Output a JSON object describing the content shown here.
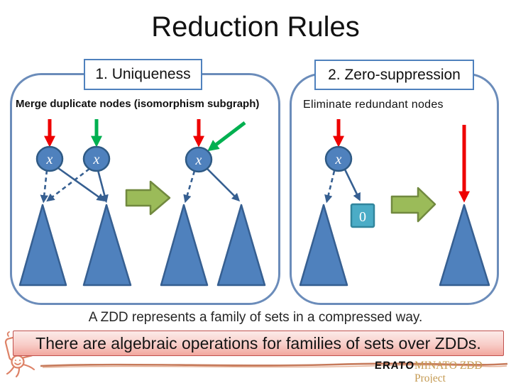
{
  "slide": {
    "title": "Reduction Rules"
  },
  "panels": [
    {
      "header": "1.  Uniqueness",
      "caption": "Merge duplicate nodes (isomorphism subgraph)",
      "node_label": "x"
    },
    {
      "header": "2. Zero-suppression",
      "caption": "Eliminate redundant nodes",
      "node_label": "x",
      "zero_label": "0"
    }
  ],
  "footer": {
    "summary": "A ZDD represents a family of sets in a compressed way.",
    "highlight": "There are algebraic operations for families of sets over ZDDs.",
    "erato": "ERATO",
    "project": "MINATO ZDD Project"
  },
  "colors": {
    "panel_border": "#6b8cba",
    "header_box_border": "#4f81bd",
    "node_fill": "#4f81bd",
    "node_border": "#2f5a84",
    "edge": "#365f91",
    "red_arrow": "#ee0000",
    "green_arrow": "#00b050",
    "block_arrow_fill": "#9bbb59",
    "block_arrow_border": "#71893f",
    "zero_box_fill": "#4bacc6",
    "zero_box_border": "#31859c",
    "highlight_border": "#c0504d",
    "highlight_fill_top": "#fcebe9",
    "highlight_fill_bottom": "#f2a79e",
    "footer_text": "#c49a52",
    "doodle": "#dd8166",
    "sketch_line": "#c06c49"
  }
}
